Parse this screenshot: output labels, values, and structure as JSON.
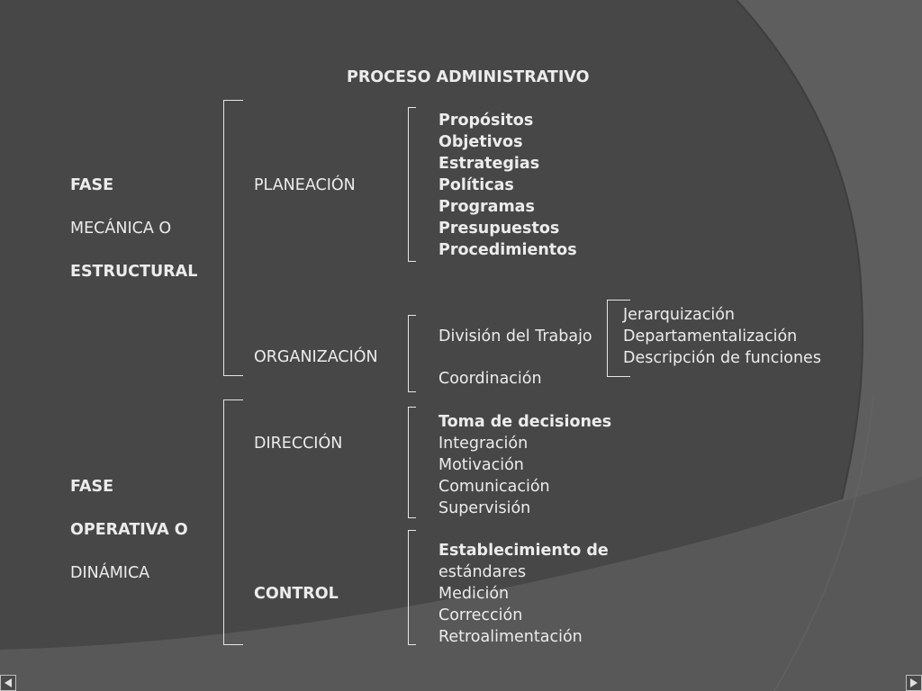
{
  "title": "PROCESO ADMINISTRATIVO",
  "phases": {
    "mecanica": [
      "FASE",
      "MECÁNICA O",
      "ESTRUCTURAL"
    ],
    "operativa": [
      "FASE",
      "OPERATIVA O",
      "DINÁMICA"
    ]
  },
  "stages": {
    "planeacion": "PLANEACIÓN",
    "organizacion": "ORGANIZACIÓN",
    "direccion": "DIRECCIÓN",
    "control": "CONTROL"
  },
  "planeacion_items": [
    "Propósitos",
    "Objetivos",
    "Estrategias",
    "Políticas",
    "Programas",
    "Presupuestos",
    "Procedimientos"
  ],
  "organizacion_items": [
    "División del Trabajo",
    "Coordinación"
  ],
  "division_items": [
    "Jerarquización",
    "Departamentalización",
    "Descripción de funciones"
  ],
  "direccion_items": [
    "Toma de decisiones",
    "Integración",
    "Motivación",
    "Comunicación",
    "Supervisión"
  ],
  "control_items": [
    "Establecimiento de",
    "estándares",
    "Medición",
    "Corrección",
    "Retroalimentación"
  ],
  "colors": {
    "background": "#5b5b5b",
    "panel": "#474747",
    "text": "#ececec",
    "bracket": "#e6e6e6"
  },
  "nav_icons": [
    "prev-arrow-icon",
    "next-arrow-icon"
  ]
}
